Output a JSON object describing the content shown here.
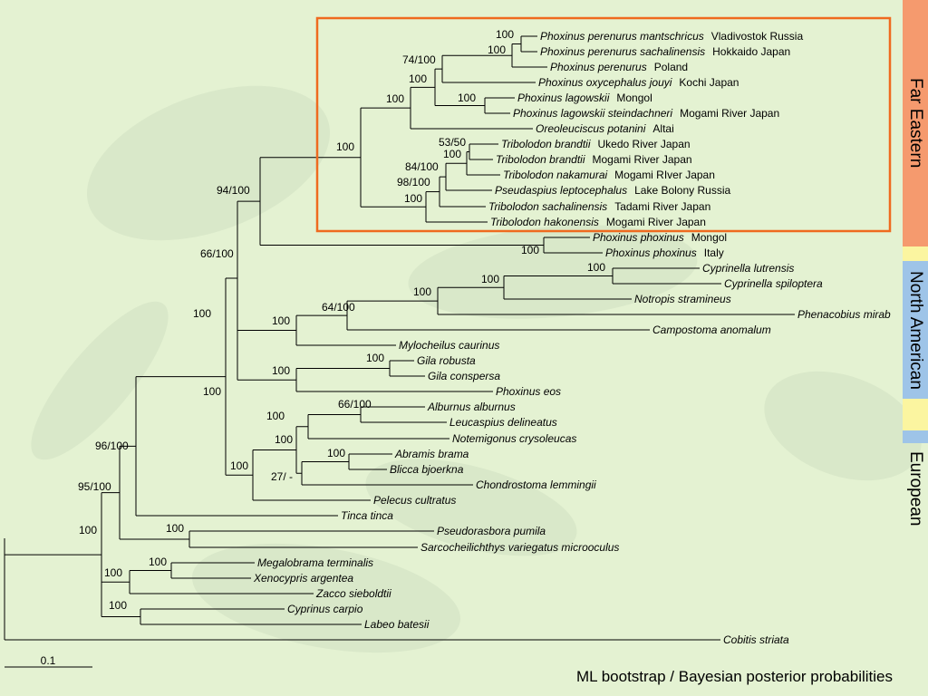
{
  "legend_text": "ML bootstrap  / Bayesian posterior probabilities",
  "scale_bar_label": "0.1",
  "region_colors": {
    "far_eastern": "#f59a6e",
    "north_american": "#9ec4e8",
    "gap": "#fbf5a0",
    "highlight_box": "#ef6a1f"
  },
  "region_labels": {
    "far_eastern": "Far Eastern",
    "north_american": "North American",
    "european": "European"
  },
  "taxa": [
    {
      "species": "Phoxinus perenurus mantschricus",
      "locality": "Vladivostok Russia"
    },
    {
      "species": "Phoxinus perenurus sachalinensis",
      "locality": "Hokkaido Japan"
    },
    {
      "species": "Phoxinus perenurus",
      "locality": "Poland"
    },
    {
      "species": "Phoxinus oxycephalus jouyi",
      "locality": "Kochi Japan"
    },
    {
      "species": "Phoxinus lagowskii",
      "locality": "Mongol"
    },
    {
      "species": "Phoxinus lagowskii steindachneri",
      "locality": "Mogami River Japan"
    },
    {
      "species": "Oreoleuciscus potanini",
      "locality": "Altai"
    },
    {
      "species": "Tribolodon brandtii",
      "locality": "Ukedo River Japan"
    },
    {
      "species": "Tribolodon brandtii",
      "locality": "Mogami River Japan"
    },
    {
      "species": "Tribolodon nakamurai",
      "locality": "Mogami RIver Japan"
    },
    {
      "species": "Pseudaspius leptocephalus",
      "locality": "Lake Bolony Russia"
    },
    {
      "species": "Tribolodon sachalinensis",
      "locality": "Tadami River Japan"
    },
    {
      "species": "Tribolodon hakonensis",
      "locality": "Mogami River Japan"
    },
    {
      "species": "Phoxinus phoxinus",
      "locality": "Mongol"
    },
    {
      "species": "Phoxinus phoxinus",
      "locality": "Italy"
    },
    {
      "species": "Cyprinella lutrensis",
      "locality": ""
    },
    {
      "species": "Cyprinella spiloptera",
      "locality": ""
    },
    {
      "species": "Notropis stramineus",
      "locality": ""
    },
    {
      "species": "Phenacobius mirab",
      "locality": ""
    },
    {
      "species": "Campostoma anomalum",
      "locality": ""
    },
    {
      "species": "Mylocheilus caurinus",
      "locality": ""
    },
    {
      "species": "Gila robusta",
      "locality": ""
    },
    {
      "species": "Gila conspersa",
      "locality": ""
    },
    {
      "species": "Phoxinus eos",
      "locality": ""
    },
    {
      "species": "Alburnus alburnus",
      "locality": ""
    },
    {
      "species": "Leucaspius delineatus",
      "locality": ""
    },
    {
      "species": "Notemigonus crysoleucas",
      "locality": ""
    },
    {
      "species": "Abramis brama",
      "locality": ""
    },
    {
      "species": "Blicca bjoerkna",
      "locality": ""
    },
    {
      "species": "Chondrostoma lemmingii",
      "locality": ""
    },
    {
      "species": "Pelecus cultratus",
      "locality": ""
    },
    {
      "species": "Tinca tinca",
      "locality": ""
    },
    {
      "species": "Pseudorasbora pumila",
      "locality": ""
    },
    {
      "species": "Sarcocheilichthys variegatus microoculus",
      "locality": ""
    },
    {
      "species": "Megalobrama terminalis",
      "locality": ""
    },
    {
      "species": "Xenocypris argentea",
      "locality": ""
    },
    {
      "species": "Zacco sieboldtii",
      "locality": ""
    },
    {
      "species": "Cyprinus carpio",
      "locality": ""
    },
    {
      "species": "Labeo batesii",
      "locality": ""
    },
    {
      "species": "Cobitis striata",
      "locality": ""
    }
  ],
  "support_labels": [
    "100",
    "100",
    "74/100",
    "100",
    "100",
    "100",
    "53/50",
    "100",
    "84/100",
    "98/100",
    "100",
    "100",
    "94/100",
    "100",
    "66/100",
    "100",
    "100",
    "100",
    "64/100",
    "100",
    "100",
    "100",
    "100",
    "100",
    "66/100",
    "100",
    "100",
    "100",
    "27/ -",
    "100",
    "96/100",
    "100",
    "95/100",
    "100",
    "100",
    "100",
    "100"
  ]
}
